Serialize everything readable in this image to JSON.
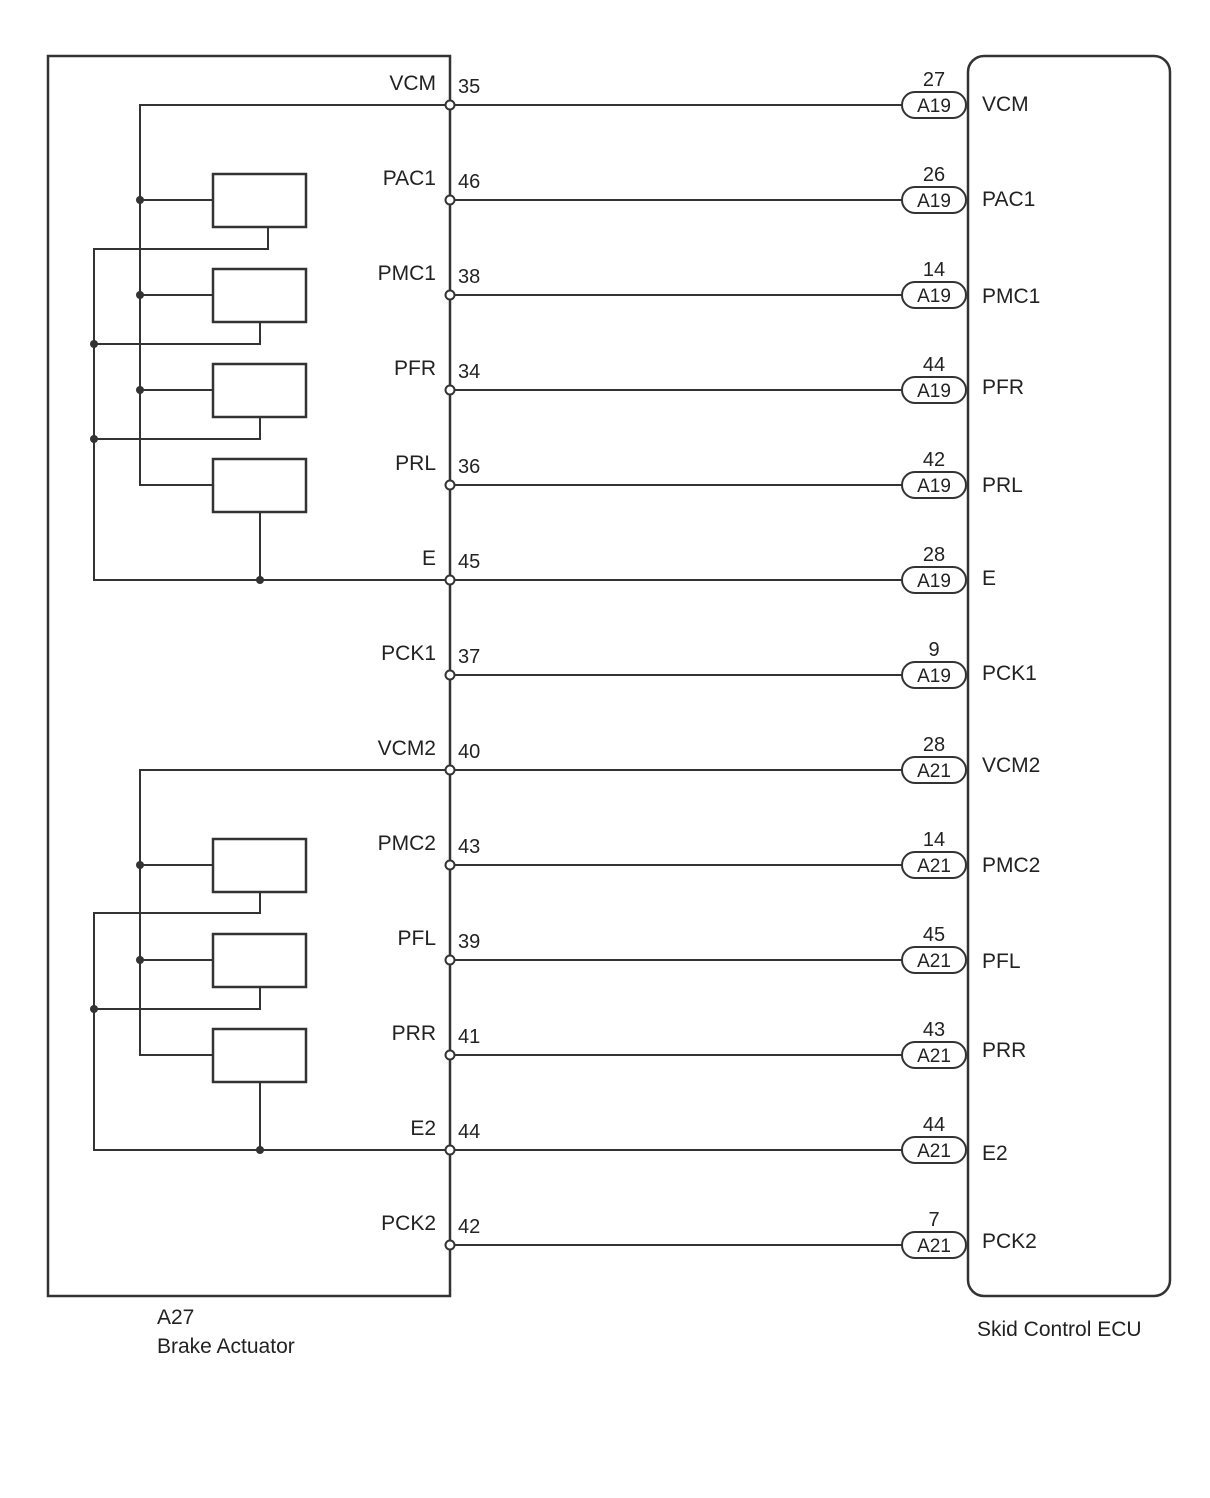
{
  "actuator": {
    "code": "A27",
    "name": "Brake Actuator"
  },
  "ecu": {
    "name": "Skid Control ECU"
  },
  "colors": {
    "line": "#333333",
    "background": "#ffffff",
    "text": "#222222"
  },
  "signals": [
    {
      "signal": "VCM",
      "actuator_pin": "35",
      "ecu_pin": "27",
      "connector": "A19",
      "ecu_label": "VCM"
    },
    {
      "signal": "PAC1",
      "actuator_pin": "46",
      "ecu_pin": "26",
      "connector": "A19",
      "ecu_label": "PAC1"
    },
    {
      "signal": "PMC1",
      "actuator_pin": "38",
      "ecu_pin": "14",
      "connector": "A19",
      "ecu_label": "PMC1"
    },
    {
      "signal": "PFR",
      "actuator_pin": "34",
      "ecu_pin": "44",
      "connector": "A19",
      "ecu_label": "PFR"
    },
    {
      "signal": "PRL",
      "actuator_pin": "36",
      "ecu_pin": "42",
      "connector": "A19",
      "ecu_label": "PRL"
    },
    {
      "signal": "E",
      "actuator_pin": "45",
      "ecu_pin": "28",
      "connector": "A19",
      "ecu_label": "E"
    },
    {
      "signal": "PCK1",
      "actuator_pin": "37",
      "ecu_pin": "9",
      "connector": "A19",
      "ecu_label": "PCK1"
    },
    {
      "signal": "VCM2",
      "actuator_pin": "40",
      "ecu_pin": "28",
      "connector": "A21",
      "ecu_label": "VCM2"
    },
    {
      "signal": "PMC2",
      "actuator_pin": "43",
      "ecu_pin": "14",
      "connector": "A21",
      "ecu_label": "PMC2"
    },
    {
      "signal": "PFL",
      "actuator_pin": "39",
      "ecu_pin": "45",
      "connector": "A21",
      "ecu_label": "PFL"
    },
    {
      "signal": "PRR",
      "actuator_pin": "41",
      "ecu_pin": "43",
      "connector": "A21",
      "ecu_label": "PRR"
    },
    {
      "signal": "E2",
      "actuator_pin": "44",
      "ecu_pin": "44",
      "connector": "A21",
      "ecu_label": "E2"
    },
    {
      "signal": "PCK2",
      "actuator_pin": "42",
      "ecu_pin": "7",
      "connector": "A21",
      "ecu_label": "PCK2"
    }
  ]
}
